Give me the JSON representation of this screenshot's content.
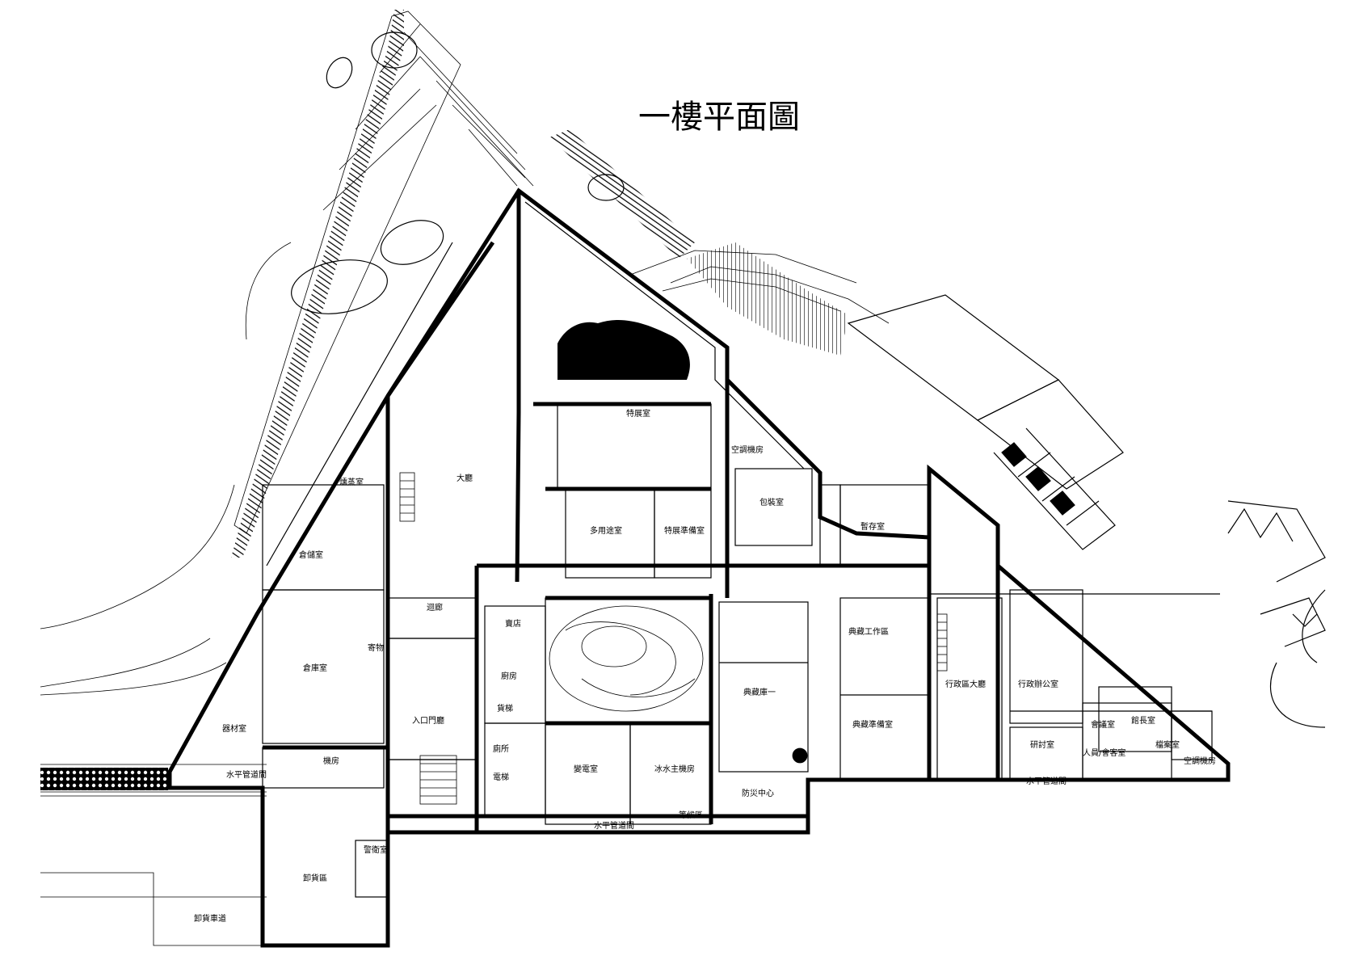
{
  "title": "一樓平面圖",
  "rooms": {
    "special_exhibition": "特展室",
    "lobby": "大廳",
    "multipurpose": "多用途室",
    "special_prep": "特展準備室",
    "hvac_room_1": "空調機房",
    "collection_1": "典藏庫一",
    "ice_water_machine_room": "冰水主機房",
    "transformer_room": "變電室",
    "admin_lobby": "行政區大廳",
    "admin_office": "行政辦公室",
    "research_room": "研討室",
    "hvac_room_2": "空調機房",
    "horizontal_pipe_1": "水平管道間",
    "horizontal_pipe_2": "水平管道間",
    "horizontal_pipe_3": "水平管道間",
    "unloading_area": "卸貨區",
    "loading_platform": "卸貨車道",
    "entrance_hall": "入口門廳",
    "corridor": "迴廊",
    "storage_1": "倉庫室",
    "collection_workroom": "典藏工作區",
    "collection_prep": "典藏準備室",
    "temp_collection": "暫存室",
    "deposit": "寄物",
    "outdoor_storage": "器材室",
    "meeting": "會議室",
    "warehouse": "倉儲室",
    "fumigation": "燻蒸室",
    "machine_room": "機房",
    "fire_control": "防災中心",
    "kitchen": "廚房",
    "restroom": "廁所",
    "elevator": "電梯",
    "store": "賣店",
    "waiting": "等候區",
    "staff": "人員/會客室",
    "small_office": "館長室",
    "archive": "檔案室",
    "packing": "包裝室",
    "lift": "貨梯",
    "guard": "警衛室"
  }
}
